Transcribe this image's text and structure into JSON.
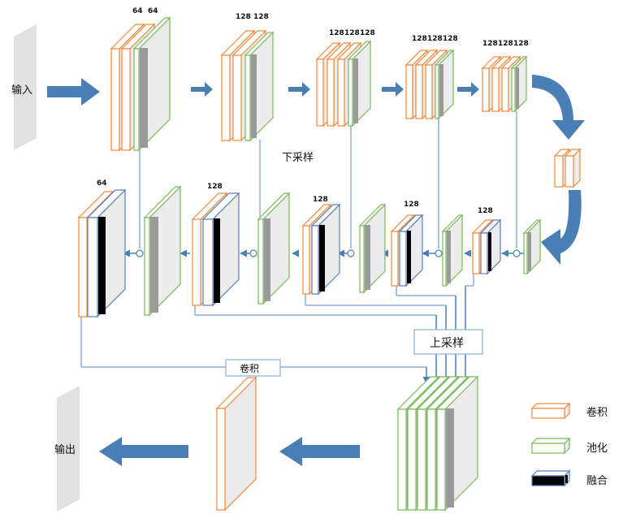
{
  "labels": {
    "input": "输入",
    "output": "输出",
    "downsample": "下采样",
    "upsample": "上采样",
    "conv_skip": "卷积"
  },
  "channels": {
    "enc1": [
      "64",
      "64"
    ],
    "enc2": [
      "128",
      "128"
    ],
    "enc3": [
      "128",
      "128",
      "128"
    ],
    "enc4": [
      "128",
      "128",
      "128"
    ],
    "enc5": [
      "128",
      "128",
      "128"
    ],
    "dec1": "64",
    "dec2": "128",
    "dec3": "128",
    "dec4": "128",
    "dec5": "128"
  },
  "legend": {
    "conv": "卷积",
    "pool": "池化",
    "fuse": "融合"
  },
  "colors": {
    "conv_border": "#f28a3c",
    "pool_border": "#7ab85a",
    "fuse_border": "#5a7fb8",
    "arrow": "#4a7fb5",
    "line": "#8db0dc",
    "face": "#ececec",
    "pool_dark": "#9a9a9a"
  }
}
